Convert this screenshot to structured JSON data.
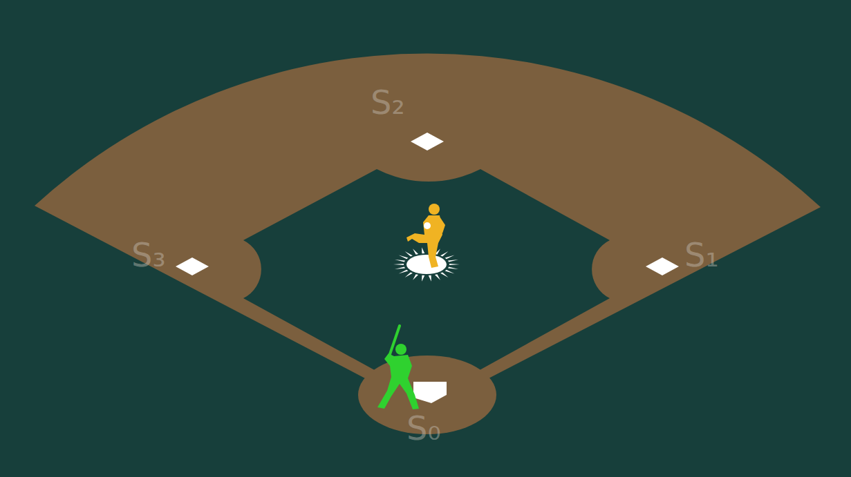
{
  "diagram": {
    "labels": [
      "S₂",
      "S₃",
      "S₁",
      "S₀"
    ]
  }
}
